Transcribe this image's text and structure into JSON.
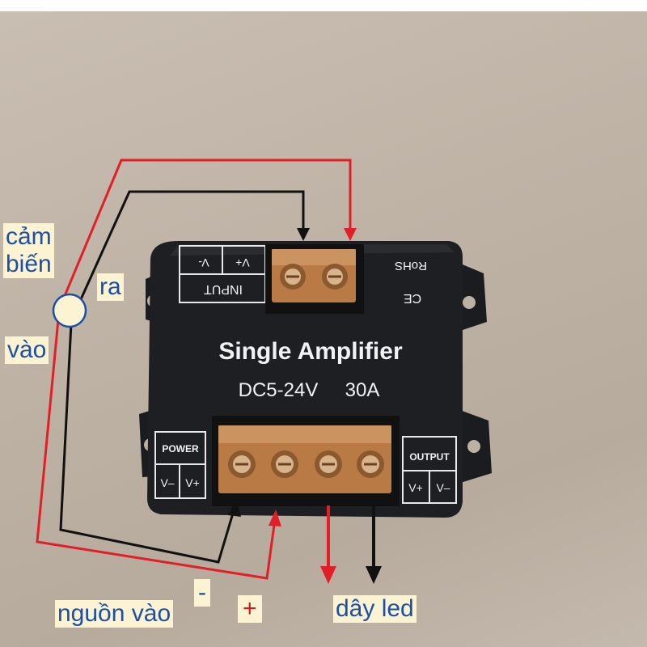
{
  "device": {
    "title": "Single Amplifier",
    "spec_voltage": "DC5-24V",
    "spec_current": "30A",
    "rohs": "RoHS",
    "ce": "CE",
    "input_label": "INPUT",
    "input_vminus": "V-",
    "input_vplus": "V+",
    "power_label": "POWER",
    "power_vminus": "V–",
    "power_vplus": "V+",
    "output_label": "OUTPUT",
    "output_vplus": "V+",
    "output_vminus": "V–"
  },
  "annotations": {
    "cam_bien": "cảm\nbiến",
    "ra": "ra",
    "vao": "vào",
    "nguon_vao": "nguồn vào",
    "minus": "-",
    "plus": "+",
    "day_led": "dây led"
  },
  "colors": {
    "wire_red": "#e21f26",
    "wire_black": "#111111",
    "label_text": "#1c4fa8",
    "label_bg": "#fbf3d2",
    "device_body": "#1e1f22"
  }
}
